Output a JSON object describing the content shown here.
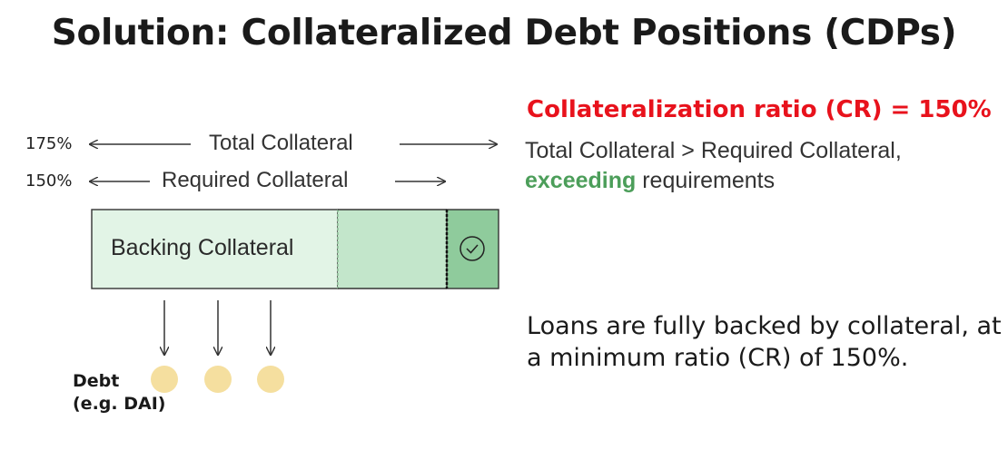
{
  "title": "Solution: Collateralized Debt Positions (CDPs)",
  "left_diagram": {
    "total_pct": "175%",
    "required_pct": "150%",
    "total_label": "Total Collateral",
    "required_label": "Required Collateral",
    "backing_label": "Backing Collateral",
    "debt_label_line1": "Debt",
    "debt_label_line2": "(e.g. DAI)"
  },
  "right_panel": {
    "cr_title": "Collateralization ratio (CR) = 150%",
    "desc_line1": "Total Collateral > Required Collateral,",
    "desc_highlight": "exceeding",
    "desc_rest": " requirements",
    "note_line1": "Loans are fully backed by collateral, at",
    "note_line2": "a minimum ratio (CR) of 150%."
  },
  "colors": {
    "cr_title": "#e8121c",
    "highlight": "#4c9e5a",
    "backing_fill": "#e2f4e6",
    "required_fill": "#c3e6cb",
    "excess_fill": "#8fcb9c",
    "coin": "#f5df9f"
  },
  "icons": {
    "check": "check-circle-icon",
    "arrow": "arrow-icon"
  }
}
